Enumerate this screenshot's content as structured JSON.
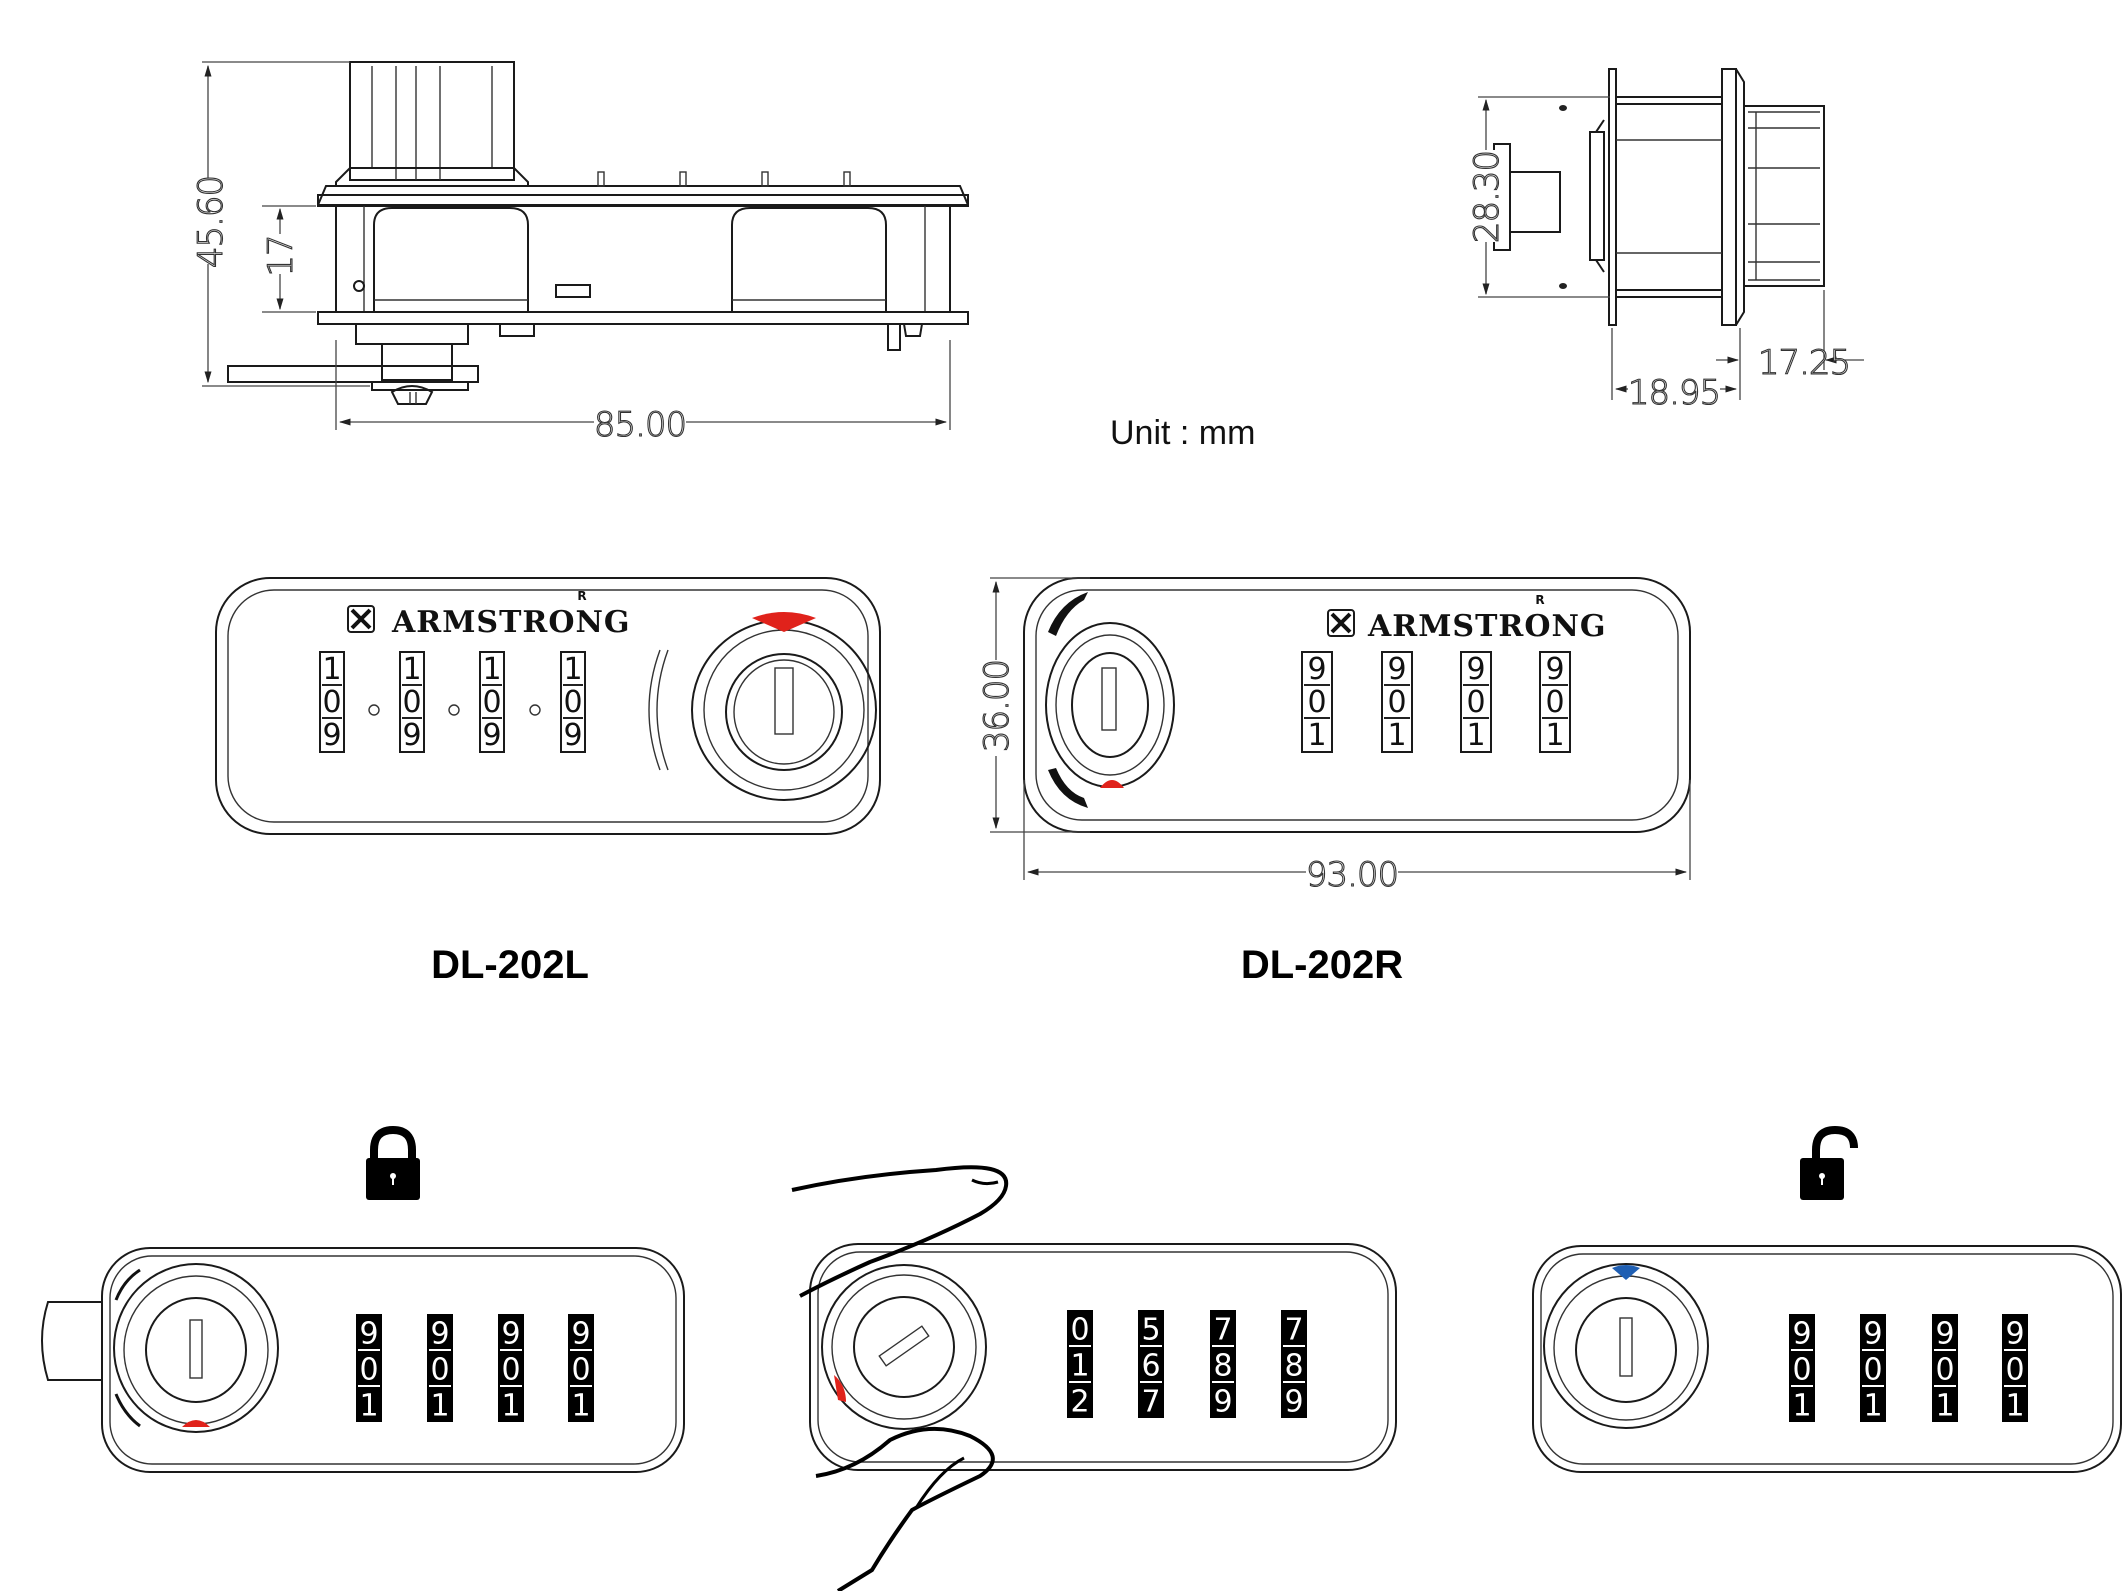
{
  "drawing": {
    "unit_note": "Unit : mm",
    "colors": {
      "line": "#1a1a1a",
      "indicator_locked": "#e0221b",
      "indicator_unlocked": "#1f5fb3",
      "digit_bg_dark": "#000000"
    }
  },
  "side_view": {
    "dimensions": {
      "total_height": "45.60",
      "body_height": "17",
      "length": "85.00"
    }
  },
  "end_view": {
    "dimensions": {
      "height": "28.30",
      "rear_depth": "18.95",
      "front_depth": "17.25"
    }
  },
  "front_views": [
    {
      "model": "DL-202L",
      "brand": "ARMSTRONG",
      "registered_mark": "R",
      "wheels": [
        [
          "1",
          "0",
          "9"
        ],
        [
          "1",
          "0",
          "9"
        ],
        [
          "1",
          "0",
          "9"
        ],
        [
          "1",
          "0",
          "9"
        ]
      ]
    },
    {
      "model": "DL-202R",
      "brand": "ARMSTRONG",
      "registered_mark": "R",
      "wheels": [
        [
          "9",
          "0",
          "1"
        ],
        [
          "9",
          "0",
          "1"
        ],
        [
          "9",
          "0",
          "1"
        ],
        [
          "9",
          "0",
          "1"
        ]
      ],
      "dimensions": {
        "height": "36.00",
        "width": "93.00"
      }
    }
  ],
  "operation_steps": [
    {
      "state": "locked",
      "icon": "padlock-closed-icon",
      "wheels": [
        [
          "9",
          "0",
          "1"
        ],
        [
          "9",
          "0",
          "1"
        ],
        [
          "9",
          "0",
          "1"
        ],
        [
          "9",
          "0",
          "1"
        ]
      ]
    },
    {
      "state": "turning",
      "icon": "hand-icon",
      "wheels": [
        [
          "0",
          "1",
          "2"
        ],
        [
          "5",
          "6",
          "7"
        ],
        [
          "7",
          "8",
          "9"
        ],
        [
          "7",
          "8",
          "9"
        ]
      ]
    },
    {
      "state": "unlocked",
      "icon": "padlock-open-icon",
      "wheels": [
        [
          "9",
          "0",
          "1"
        ],
        [
          "9",
          "0",
          "1"
        ],
        [
          "9",
          "0",
          "1"
        ],
        [
          "9",
          "0",
          "1"
        ]
      ]
    }
  ]
}
